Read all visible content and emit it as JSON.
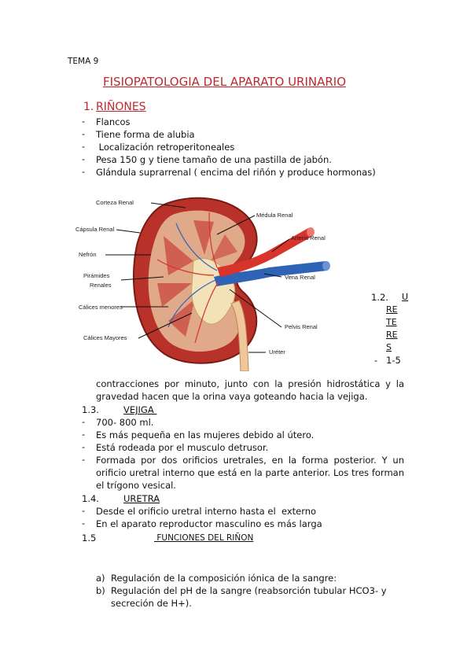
{
  "header": {
    "tema": "TEMA 9"
  },
  "title": "FISIOPATOLOGIA DEL APARATO URINARIO",
  "s1": {
    "num": "1.",
    "heading": "RIÑONES",
    "items": [
      "Flancos",
      "Tiene forma de alubia",
      " Localización retroperitoneales",
      "Pesa 150 g y tiene tamaño de una pastilla de jabón.",
      "Glándula suprarrenal ( encima del riñón y produce hormonas)"
    ]
  },
  "figure": {
    "labels": {
      "corteza": "Corteza Renal",
      "capsula": "Cápsula Renal",
      "nefron": "Nefrón",
      "piramides1": "Pirámides",
      "piramides2": "Renales",
      "caliz_menor": "Cálices menores",
      "caliz_mayor": "Cálices Mayores",
      "medula": "Médula Renal",
      "arteria": "Arteria Renal",
      "vena": "Vena Renal",
      "pelvis": "Pelvis Renal",
      "ureter": "Uréter"
    },
    "colors": {
      "cortex": "#b8322a",
      "medulla": "#e0a98a",
      "artery": "#d9342b",
      "vein": "#2f63b5",
      "pelvis": "#f3e2b8"
    }
  },
  "s2": {
    "num": "1.2.",
    "letters": [
      "U",
      "RE",
      "TE",
      "RE",
      "S"
    ],
    "dash_text": "1-5",
    "continuation": "contracciones por minuto, junto con la presión hidrostática y la gravedad hacen que la orina vaya goteando hacia la vejiga."
  },
  "s3": {
    "num": "1.3.",
    "heading": "VEJIGA ",
    "items": [
      "700- 800 ml.",
      "Es más pequeña en las mujeres debido al útero.",
      "Está rodeada por el musculo detrusor.",
      "Formada por dos orificios uretrales, en la forma posterior. Y un orificio uretral interno que está en la parte anterior. Los tres forman el trígono vesical."
    ]
  },
  "s4": {
    "num": "1.4.",
    "heading": "URETRA",
    "items": [
      "Desde el orificio uretral interno hasta el  externo",
      "En el aparato reproductor masculino es más larga"
    ]
  },
  "s5": {
    "num": "1.5",
    "heading": " FUNCIONES DEL RIÑON",
    "items": [
      {
        "mark": "a)",
        "text": "Regulación de la composición iónica de la sangre:"
      },
      {
        "mark": "b)",
        "text": "Regulación del pH de la sangre (reabsorción tubular HCO3- y secreción de H+)."
      }
    ]
  }
}
